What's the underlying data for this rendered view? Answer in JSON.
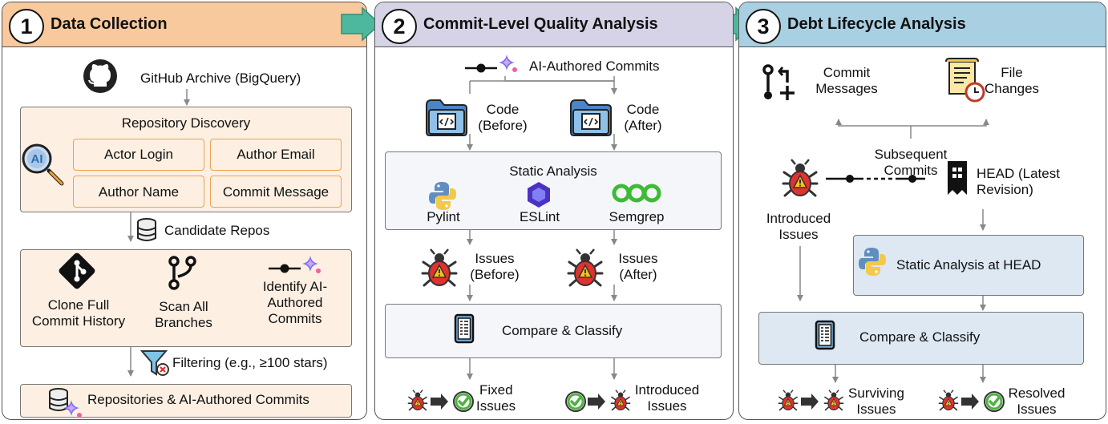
{
  "colors": {
    "panel1_header": "#f8c99d",
    "panel2_header": "#d7d3e6",
    "panel3_header": "#a9cfe2",
    "peach_box": "#fdf0e3",
    "orange_border": "#e8a34f",
    "blue_box": "#dde8f3",
    "gray_box": "#f4f6fa",
    "arrow_green": "#4db89e"
  },
  "panel1": {
    "number": "1",
    "title": "Data Collection",
    "github_label": "GitHub Archive (BigQuery)",
    "discovery_title": "Repository Discovery",
    "discovery_fields": [
      "Actor Login",
      "Author Email",
      "Author Name",
      "Commit Message"
    ],
    "ai_badge": "AI",
    "candidate_label": "Candidate Repos",
    "step_clone": [
      "Clone Full",
      "Commit History"
    ],
    "step_scan": [
      "Scan All",
      "Branches"
    ],
    "step_identify": [
      "Identify AI-",
      "Authored",
      "Commits"
    ],
    "filter_label": "Filtering (e.g., ≥100 stars)",
    "final_label": "Repositories & AI-Authored Commits"
  },
  "panel2": {
    "number": "2",
    "title": "Commit-Level Quality Analysis",
    "commits_label": "AI-Authored Commits",
    "code_before": [
      "Code",
      "(Before)"
    ],
    "code_after": [
      "Code",
      "(After)"
    ],
    "static_title": "Static Analysis",
    "tools": [
      "Pylint",
      "ESLint",
      "Semgrep"
    ],
    "issues_before": [
      "Issues",
      "(Before)"
    ],
    "issues_after": [
      "Issues",
      "(After)"
    ],
    "compare_label": "Compare & Classify",
    "fixed": [
      "Fixed",
      "Issues"
    ],
    "introduced": [
      "Introduced",
      "Issues"
    ]
  },
  "panel3": {
    "number": "3",
    "title": "Debt Lifecycle Analysis",
    "commit_messages": [
      "Commit",
      "Messages"
    ],
    "file_changes": [
      "File",
      "Changes"
    ],
    "subsequent": [
      "Subsequent",
      "Commits"
    ],
    "introduced": [
      "Introduced",
      "Issues"
    ],
    "head": [
      "HEAD (Latest",
      "Revision)"
    ],
    "static_head": "Static Analysis at HEAD",
    "compare_label": "Compare & Classify",
    "surviving": [
      "Surviving",
      "Issues"
    ],
    "resolved": [
      "Resolved",
      "Issues"
    ]
  }
}
